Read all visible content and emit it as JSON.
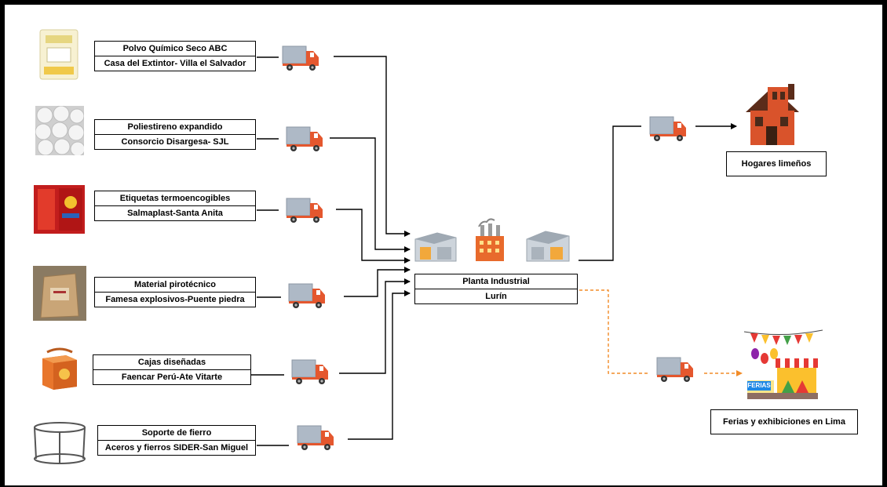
{
  "suppliers": [
    {
      "product": "Polvo Químico Seco ABC",
      "supplier": "Casa del Extintor- Villa el Salvador"
    },
    {
      "product": "Poliestireno expandido",
      "supplier": "Consorcio Disargesa-  SJL"
    },
    {
      "product": "Etiquetas termoencogibles",
      "supplier": "Salmaplast-Santa Anita"
    },
    {
      "product": "Material pirotécnico",
      "supplier": "Famesa explosivos-Puente piedra"
    },
    {
      "product": "Cajas diseñadas",
      "supplier": "Faencar Perú-Ate Vitarte"
    },
    {
      "product": "Soporte de fierro",
      "supplier": "Aceros y fierros SIDER-San Miguel"
    }
  ],
  "plant": {
    "name": "Planta Industrial",
    "location": "Lurín"
  },
  "destinations": [
    {
      "label": "Hogares limeños"
    },
    {
      "label": "Ferias y exhibiciones en Lima"
    }
  ],
  "sign_text": "FERIAS",
  "colors": {
    "truck_body": "#e4572e",
    "truck_cargo": "#aeb9c6",
    "dashed_line": "#f28c28",
    "house": "#d9532b",
    "factory": "#e86a2c"
  },
  "icons": [
    "chemical-powder-bag-icon",
    "polystyrene-balls-icon",
    "label-sleeves-icon",
    "pyrotechnic-sack-icon",
    "designed-box-icon",
    "iron-stand-icon",
    "truck-icon",
    "warehouse-icon",
    "factory-icon",
    "house-icon",
    "fair-stall-icon"
  ]
}
